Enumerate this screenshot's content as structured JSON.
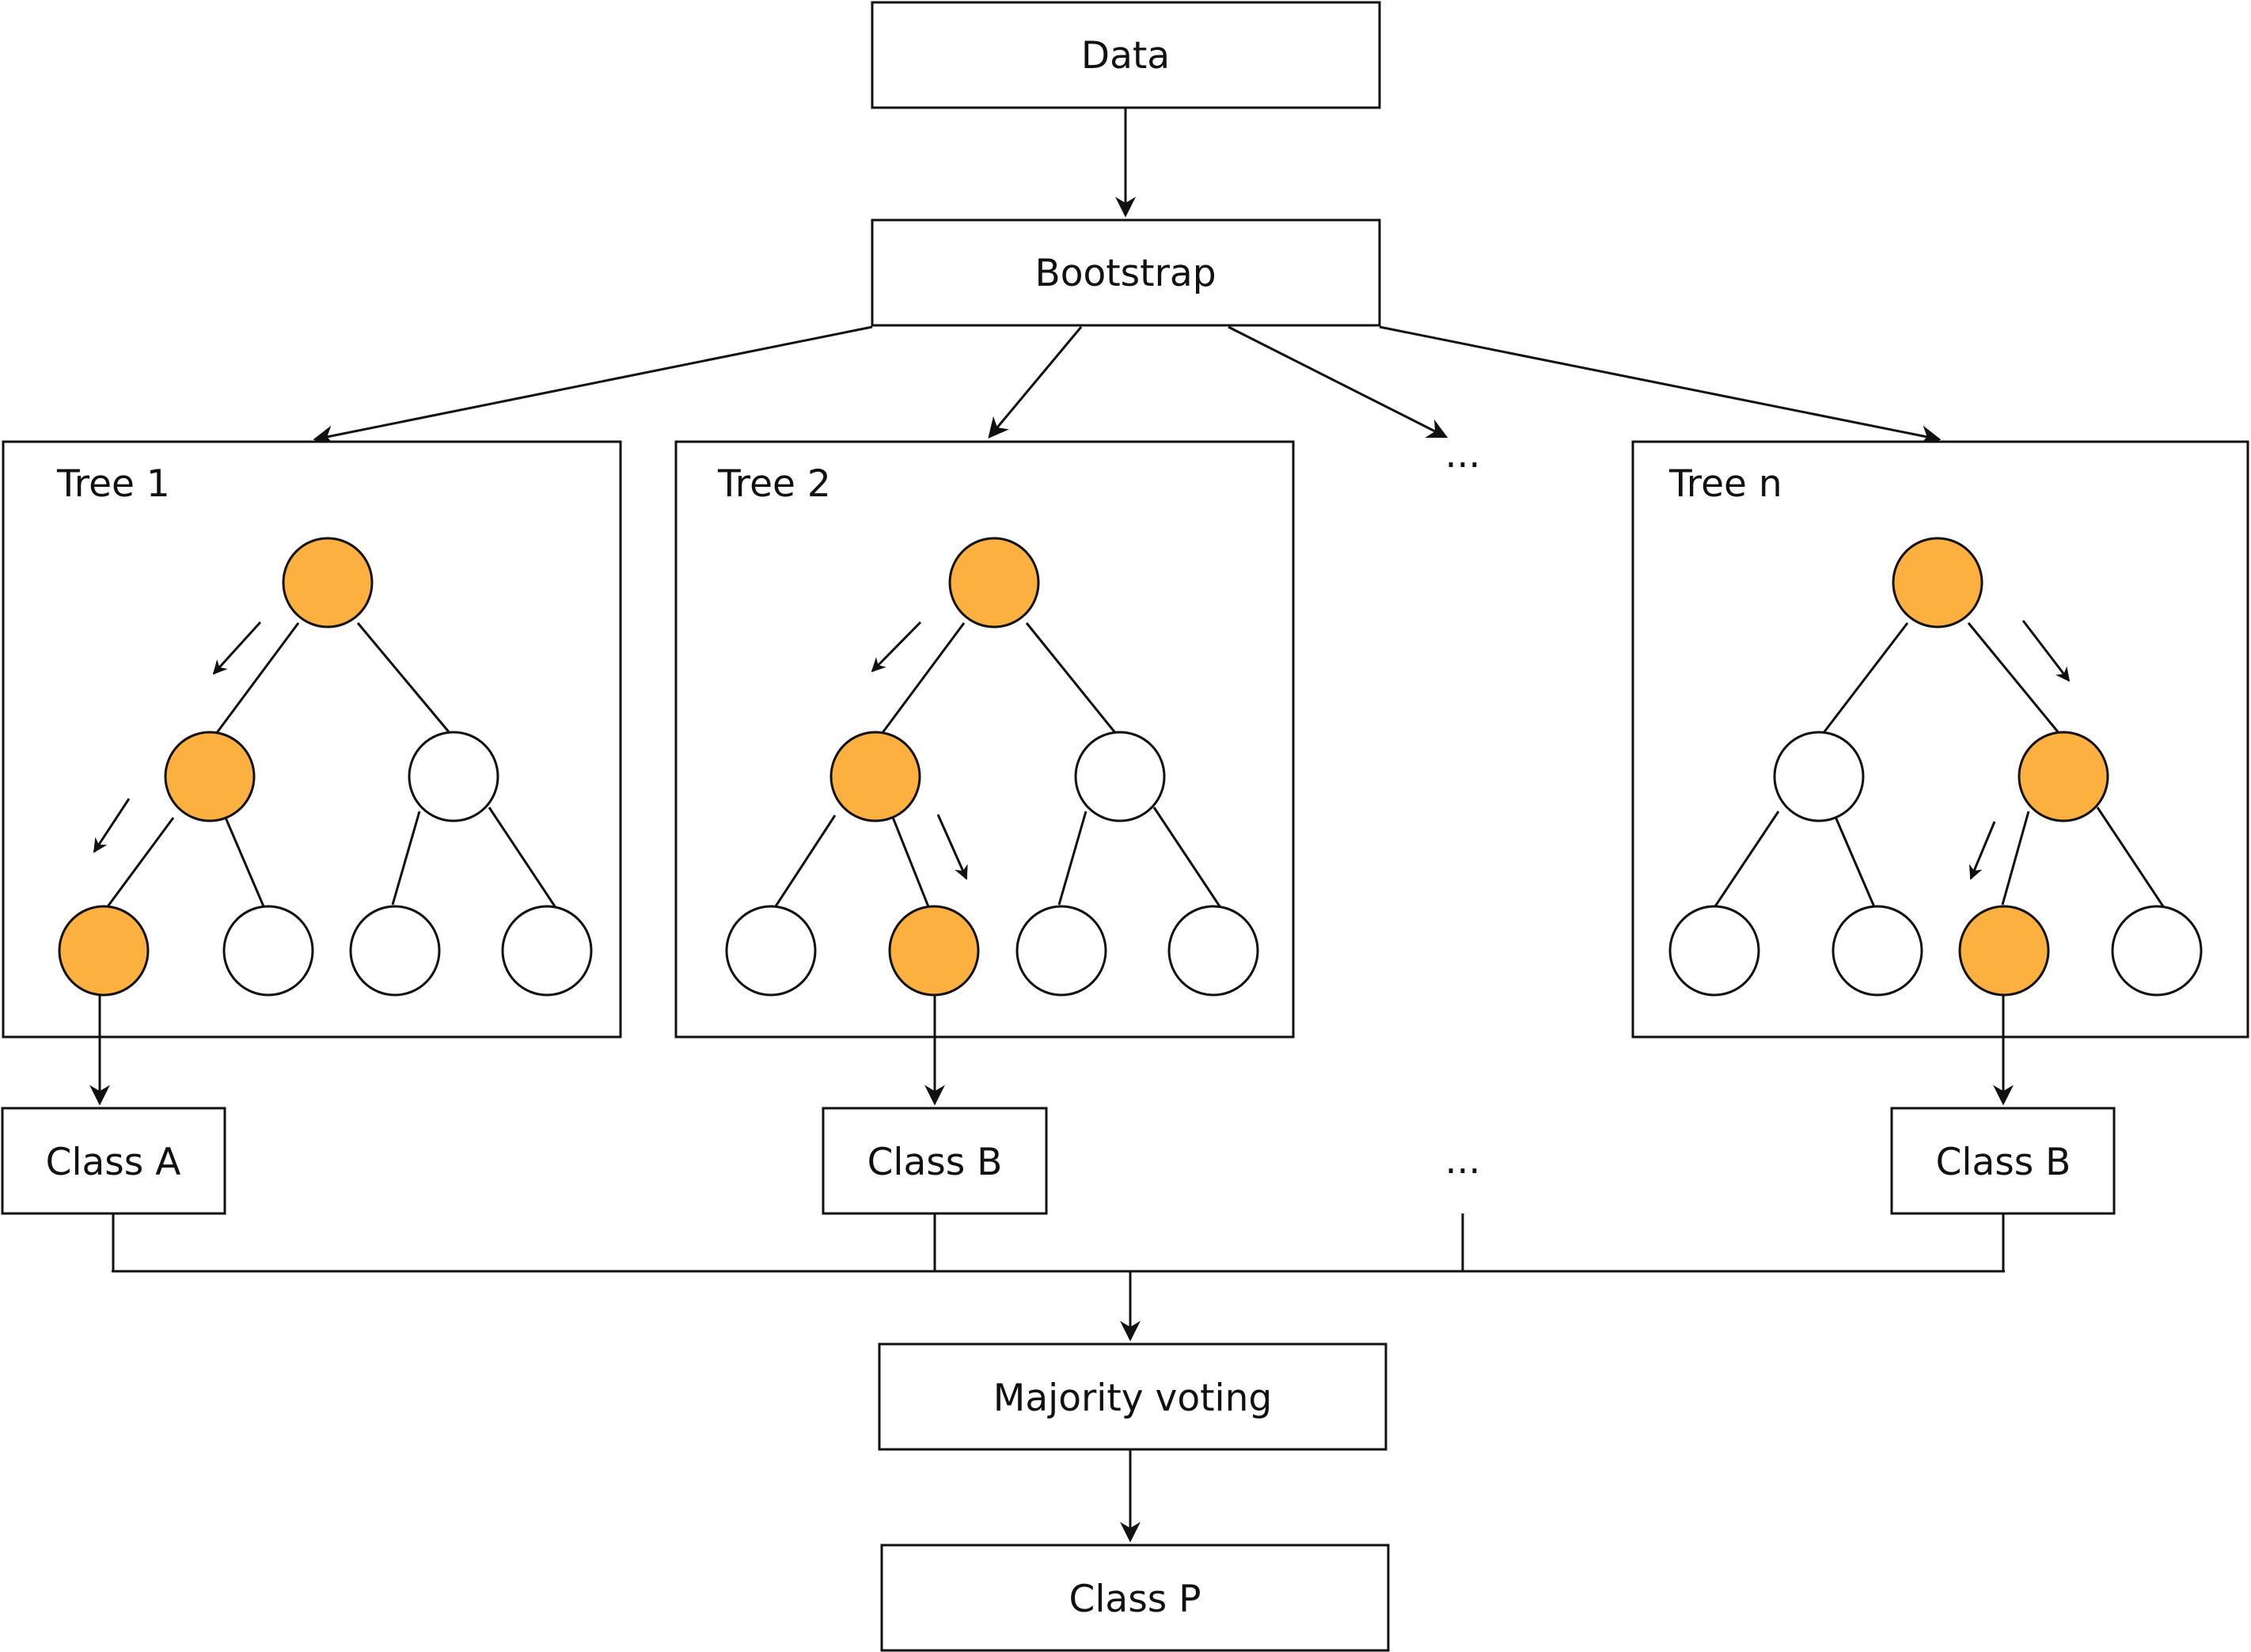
{
  "colors": {
    "highlight_node": "#FBB040",
    "plain_node": "#FFFFFF",
    "stroke": "#111111"
  },
  "boxes": {
    "data": "Data",
    "bootstrap": "Bootstrap",
    "majority_voting": "Majority voting",
    "class_p": "Class P"
  },
  "trees": [
    {
      "label": "Tree 1",
      "result": "Class A",
      "path": [
        "left",
        "left"
      ]
    },
    {
      "label": "Tree 2",
      "result": "Class B",
      "path": [
        "left",
        "right"
      ]
    },
    {
      "label": "Tree n",
      "result": "Class B",
      "path": [
        "right",
        "left"
      ]
    }
  ],
  "ellipsis": "..."
}
